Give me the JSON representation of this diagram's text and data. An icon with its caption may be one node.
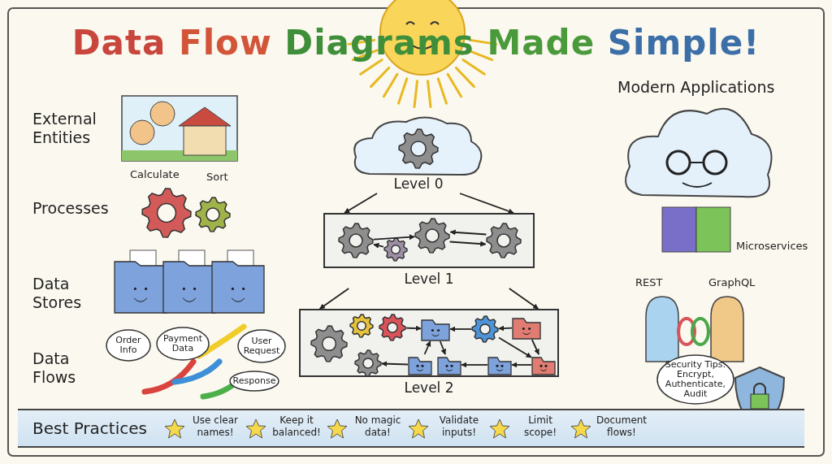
{
  "diagram": {
    "title": "Data Flow Diagrams Made Simple!",
    "nodes": [
      {
        "text": [
          "Level 0"
        ]
      },
      {
        "text": [
          "Level 1"
        ]
      },
      {
        "text": [],
        "shape": "picture",
        "in": 1
      },
      {
        "text": [],
        "shape": "picture",
        "in": 1
      },
      {
        "text": [],
        "shape": "picture",
        "in": 1
      },
      {
        "text": [],
        "shape": "picture",
        "in": 1
      },
      {
        "text": [
          "Level 2"
        ]
      },
      {
        "text": [],
        "shape": "picture",
        "in": 6
      },
      {
        "text": [],
        "shape": "picture",
        "in": 6
      },
      {
        "text": [],
        "shape": "picture",
        "in": 6
      },
      {
        "text": [],
        "shape": "picture",
        "in": 6
      },
      {
        "text": [],
        "shape": "picture",
        "in": 6
      },
      {
        "text": [],
        "shape": "picture",
        "in": 6
      },
      {
        "text": [],
        "shape": "picture",
        "in": 6
      },
      {
        "text": [],
        "shape": "picture",
        "in": 6
      },
      {
        "text": [],
        "shape": "picture",
        "in": 6
      },
      {
        "text": [],
        "shape": "picture",
        "in": 6
      },
      {
        "text": [],
        "shape": "picture",
        "in": 6
      },
      {
        "text": [
          "Order Info"
        ]
      },
      {
        "text": [
          "Payment Data"
        ]
      },
      {
        "text": [
          "User Request"
        ]
      },
      {
        "text": [
          "Response"
        ]
      },
      {
        "text": [
          "Security Tips: Encrypt, Authenticate, Audit"
        ]
      },
      {
        "text": [
          "Best Practices",
          "Use clear names!",
          "Keep it balanced!",
          "No magic data!",
          "Validate inputs!",
          "Limit scope!",
          "Document flows!"
        ]
      }
    ],
    "edges": [
      {
        "from": 0,
        "to": 1,
        "arrow": "to"
      },
      {
        "from": 0,
        "to": 1,
        "arrow": "to"
      },
      {
        "from": 1,
        "to": 6,
        "arrow": "to"
      },
      {
        "from": 1,
        "to": 6,
        "arrow": "to"
      },
      {
        "from": 2,
        "to": 4,
        "arrow": "to"
      },
      {
        "from": 4,
        "to": 5,
        "arrow": "to"
      },
      {
        "from": 5,
        "to": 4,
        "arrow": "to"
      },
      {
        "from": 3,
        "to": 2,
        "arrow": "to"
      },
      {
        "from": 9,
        "to": 10,
        "arrow": "to"
      },
      {
        "from": 11,
        "to": 10,
        "arrow": "to"
      },
      {
        "from": 12,
        "to": 11,
        "arrow": "to"
      },
      {
        "from": 12,
        "to": 17,
        "arrow": "to"
      },
      {
        "from": 11,
        "to": 17,
        "arrow": "to"
      },
      {
        "from": 17,
        "to": 16,
        "arrow": "to"
      },
      {
        "from": 16,
        "to": 15,
        "arrow": "to"
      },
      {
        "from": 14,
        "to": 10,
        "arrow": "to"
      },
      {
        "from": 10,
        "to": 15,
        "arrow": "to"
      },
      {
        "from": 14,
        "to": 13,
        "arrow": "to"
      }
    ],
    "labels": [
      "External Entities",
      "Modern Applications",
      "Processes",
      "Calculate",
      "Sort",
      "Microservices",
      "Data Stores",
      "REST",
      "GraphQL",
      "Data Flows"
    ]
  }
}
